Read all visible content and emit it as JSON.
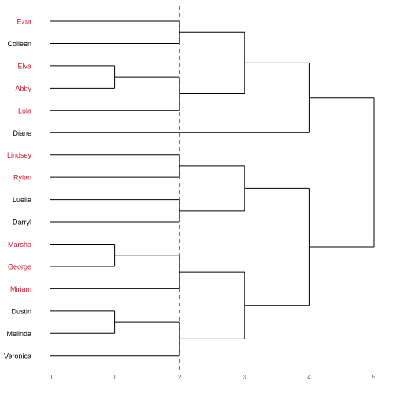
{
  "colors": {
    "highlight": "#d6182f",
    "normal": "#000000",
    "line": "#000000",
    "cutline": "#d6182f"
  },
  "chart_data": {
    "type": "dendrogram",
    "orientation": "horizontal",
    "xlim": [
      0,
      5
    ],
    "xticks": [
      0,
      1,
      2,
      3,
      4,
      5
    ],
    "cut_height": 2,
    "leaves": [
      {
        "name": "Ezra",
        "highlight": true
      },
      {
        "name": "Colleen",
        "highlight": false
      },
      {
        "name": "Elva",
        "highlight": true
      },
      {
        "name": "Abby",
        "highlight": true
      },
      {
        "name": "Lula",
        "highlight": true
      },
      {
        "name": "Diane",
        "highlight": false
      },
      {
        "name": "Lindsey",
        "highlight": true
      },
      {
        "name": "Rylan",
        "highlight": true
      },
      {
        "name": "Luella",
        "highlight": false
      },
      {
        "name": "Darryl",
        "highlight": false
      },
      {
        "name": "Marsha",
        "highlight": true
      },
      {
        "name": "George",
        "highlight": true
      },
      {
        "name": "Miriam",
        "highlight": true
      },
      {
        "name": "Dustin",
        "highlight": false
      },
      {
        "name": "Melinda",
        "highlight": false
      },
      {
        "name": "Veronica",
        "highlight": false
      }
    ],
    "merges": [
      {
        "id": "m1",
        "children": [
          "Ezra",
          "Colleen"
        ],
        "height": 2
      },
      {
        "id": "m2",
        "children": [
          "Elva",
          "Abby"
        ],
        "height": 1
      },
      {
        "id": "m3",
        "children": [
          "m2",
          "Lula"
        ],
        "height": 2
      },
      {
        "id": "m4",
        "children": [
          "m1",
          "m3"
        ],
        "height": 3
      },
      {
        "id": "m5",
        "children": [
          "m4",
          "Diane"
        ],
        "height": 4
      },
      {
        "id": "m6",
        "children": [
          "Lindsey",
          "Rylan"
        ],
        "height": 2
      },
      {
        "id": "m7",
        "children": [
          "Luella",
          "Darryl"
        ],
        "height": 2
      },
      {
        "id": "m8",
        "children": [
          "m6",
          "m7"
        ],
        "height": 3
      },
      {
        "id": "m9",
        "children": [
          "Marsha",
          "George"
        ],
        "height": 1
      },
      {
        "id": "m10",
        "children": [
          "m9",
          "Miriam"
        ],
        "height": 2
      },
      {
        "id": "m11",
        "children": [
          "Dustin",
          "Melinda"
        ],
        "height": 1
      },
      {
        "id": "m12",
        "children": [
          "m11",
          "Veronica"
        ],
        "height": 2
      },
      {
        "id": "m13",
        "children": [
          "m10",
          "m12"
        ],
        "height": 3
      },
      {
        "id": "m14",
        "children": [
          "m8",
          "m13"
        ],
        "height": 4
      },
      {
        "id": "m15",
        "children": [
          "m5",
          "m14"
        ],
        "height": 5
      }
    ]
  }
}
